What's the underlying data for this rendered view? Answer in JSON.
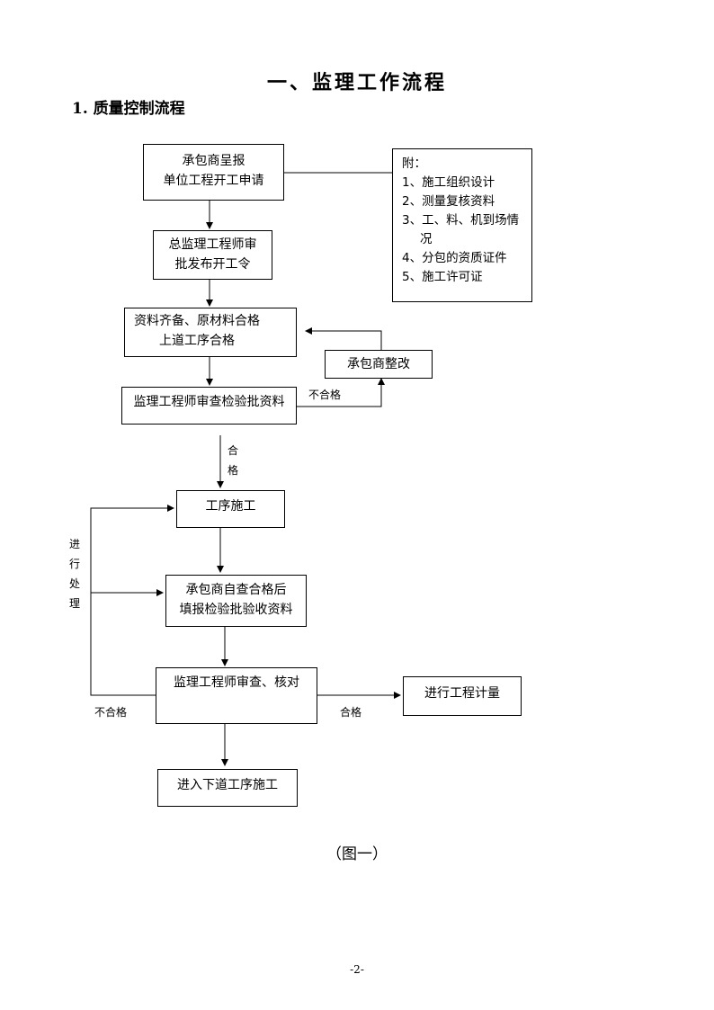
{
  "heading": "一、监理工作流程",
  "section": "1.  质量控制流程",
  "boxes": {
    "start": [
      "承包商呈报",
      "单位工程开工申请"
    ],
    "approve": [
      "总监理工程师审",
      "批发布开工令"
    ],
    "prepare": [
      "资料齐备、原材料合格",
      "上道工序合格"
    ],
    "rectify": "承包商整改",
    "review": "监理工程师审查检验批资料",
    "process": "工序施工",
    "selfcheck": [
      "承包商自查合格后",
      "填报检验批验收资料"
    ],
    "verify": "监理工程师审查、核对",
    "measure": "进行工程计量",
    "next": "进入下道工序施工"
  },
  "attachment": {
    "title": "附：",
    "items": [
      "1、施工组织设计",
      "2、测量复核资料",
      "3、工、料、机到场情",
      "况",
      "4、分包的资质证件",
      "5、施工许可证"
    ]
  },
  "labels": {
    "unqualified": "不合格",
    "qualified_vertical": [
      "合",
      "格"
    ],
    "handle_vertical": [
      "进",
      "行",
      "处",
      "理"
    ],
    "unqualified_left": "不合格",
    "qualified_right": "合格"
  },
  "figure_caption": "（图一）",
  "page_number": "-2-"
}
